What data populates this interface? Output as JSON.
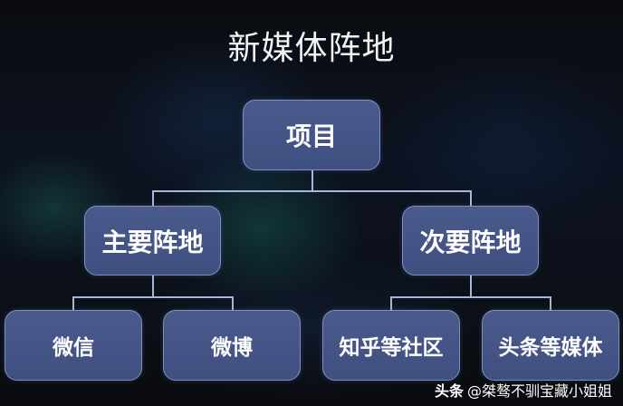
{
  "slide": {
    "title": "新媒体阵地",
    "accent_color": "#44548a",
    "line_color": "#a9b6dc"
  },
  "tree": {
    "root": {
      "label": "项目"
    },
    "primary": {
      "label": "主要阵地"
    },
    "secondary": {
      "label": "次要阵地"
    },
    "primary_children": [
      {
        "label": "微信"
      },
      {
        "label": "微博"
      }
    ],
    "secondary_children": [
      {
        "label": "知乎等社区"
      },
      {
        "label": "头条等媒体"
      }
    ]
  },
  "watermark": {
    "brand": "头条",
    "handle": "@桀骜不驯宝藏小姐姐"
  }
}
